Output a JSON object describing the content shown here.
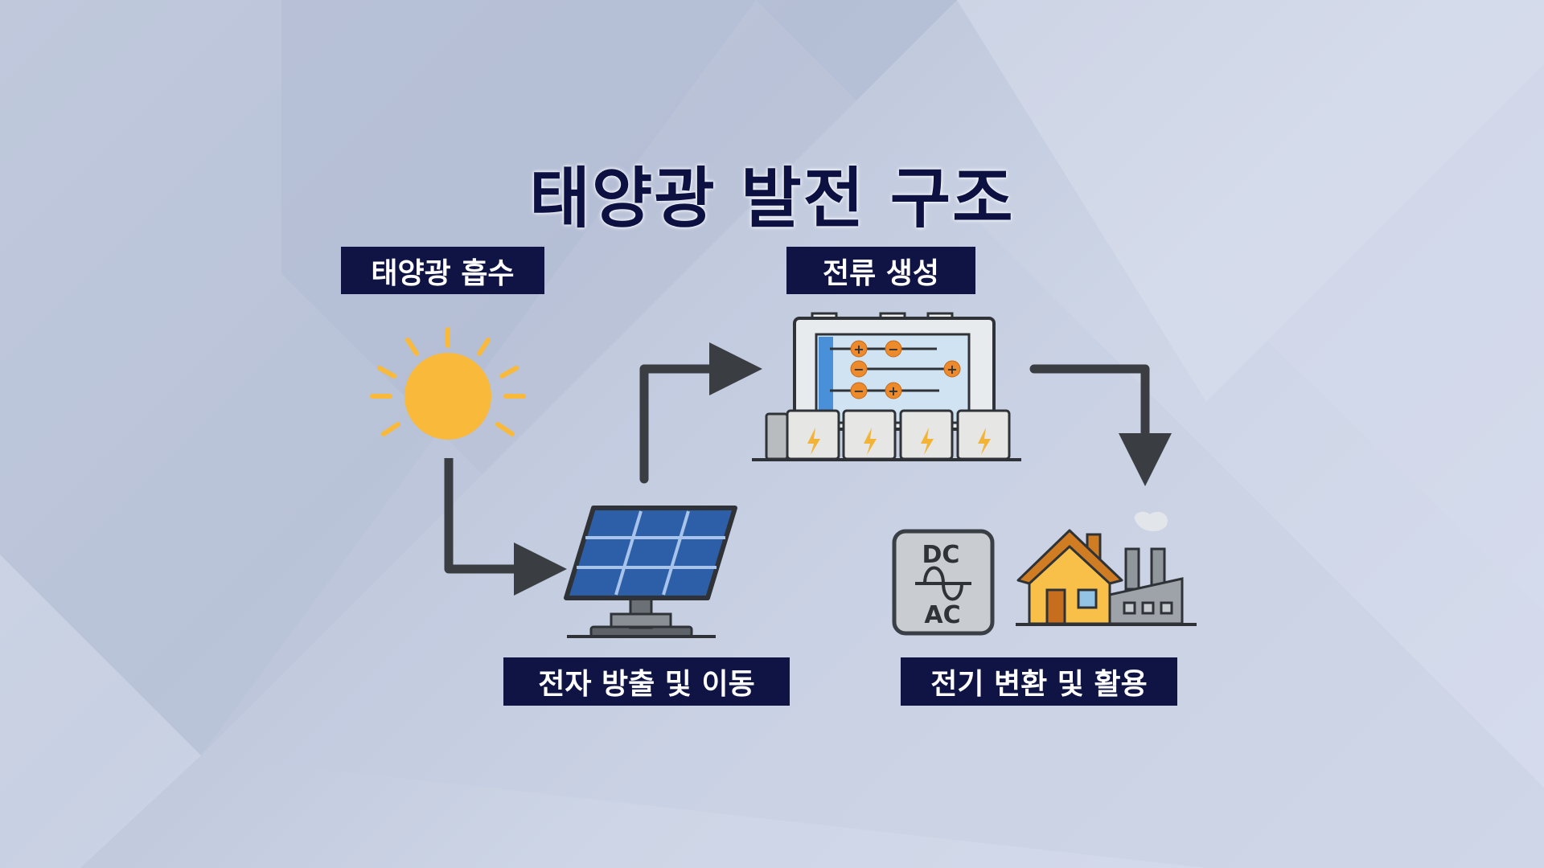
{
  "title": "태양광 발전 구조",
  "steps": [
    {
      "label": "태양광 흡수",
      "icon": "sun-icon"
    },
    {
      "label": "전자 방출 및 이동",
      "icon": "solar-panel-icon"
    },
    {
      "label": "전류 생성",
      "icon": "battery-storage-icon"
    },
    {
      "label": "전기 변환 및 활용",
      "icon": "inverter-house-factory-icon"
    }
  ],
  "inverter": {
    "top": "DC",
    "bottom": "AC"
  },
  "colors": {
    "label_bg": "#0f1445",
    "title": "#0c1142",
    "arrow": "#3a3d42",
    "sun": "#f9b93a"
  }
}
